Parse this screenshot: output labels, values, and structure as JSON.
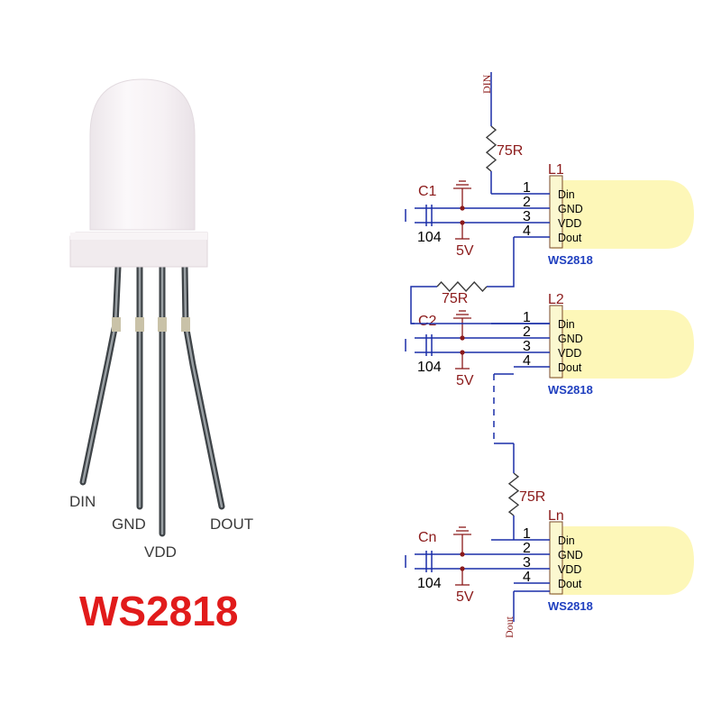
{
  "led": {
    "title": "WS2818",
    "pins": [
      "DIN",
      "GND",
      "VDD",
      "DOUT"
    ]
  },
  "schematic": {
    "input_net": "DIN",
    "output_net": "Dout",
    "resistor_value": "75R",
    "cap_value": "104",
    "supply": "5V",
    "pin_numbers": [
      "1",
      "2",
      "3",
      "4"
    ],
    "pin_names": [
      "Din",
      "GND",
      "VDD",
      "Dout"
    ],
    "stages": [
      {
        "ref": "L1",
        "cap_ref": "C1",
        "part": "WS2818"
      },
      {
        "ref": "L2",
        "cap_ref": "C2",
        "part": "WS2818"
      },
      {
        "ref": "Ln",
        "cap_ref": "Cn",
        "part": "WS2818"
      }
    ]
  },
  "colors": {
    "wire": "#1a2ea8",
    "resistor": "#3a3a3a",
    "ref": "#8b1a1a",
    "led_glow": "#fdf7b8",
    "led_body": "#fbf8d0",
    "title": "#e11b1b",
    "part_label": "#1f3fbf"
  }
}
